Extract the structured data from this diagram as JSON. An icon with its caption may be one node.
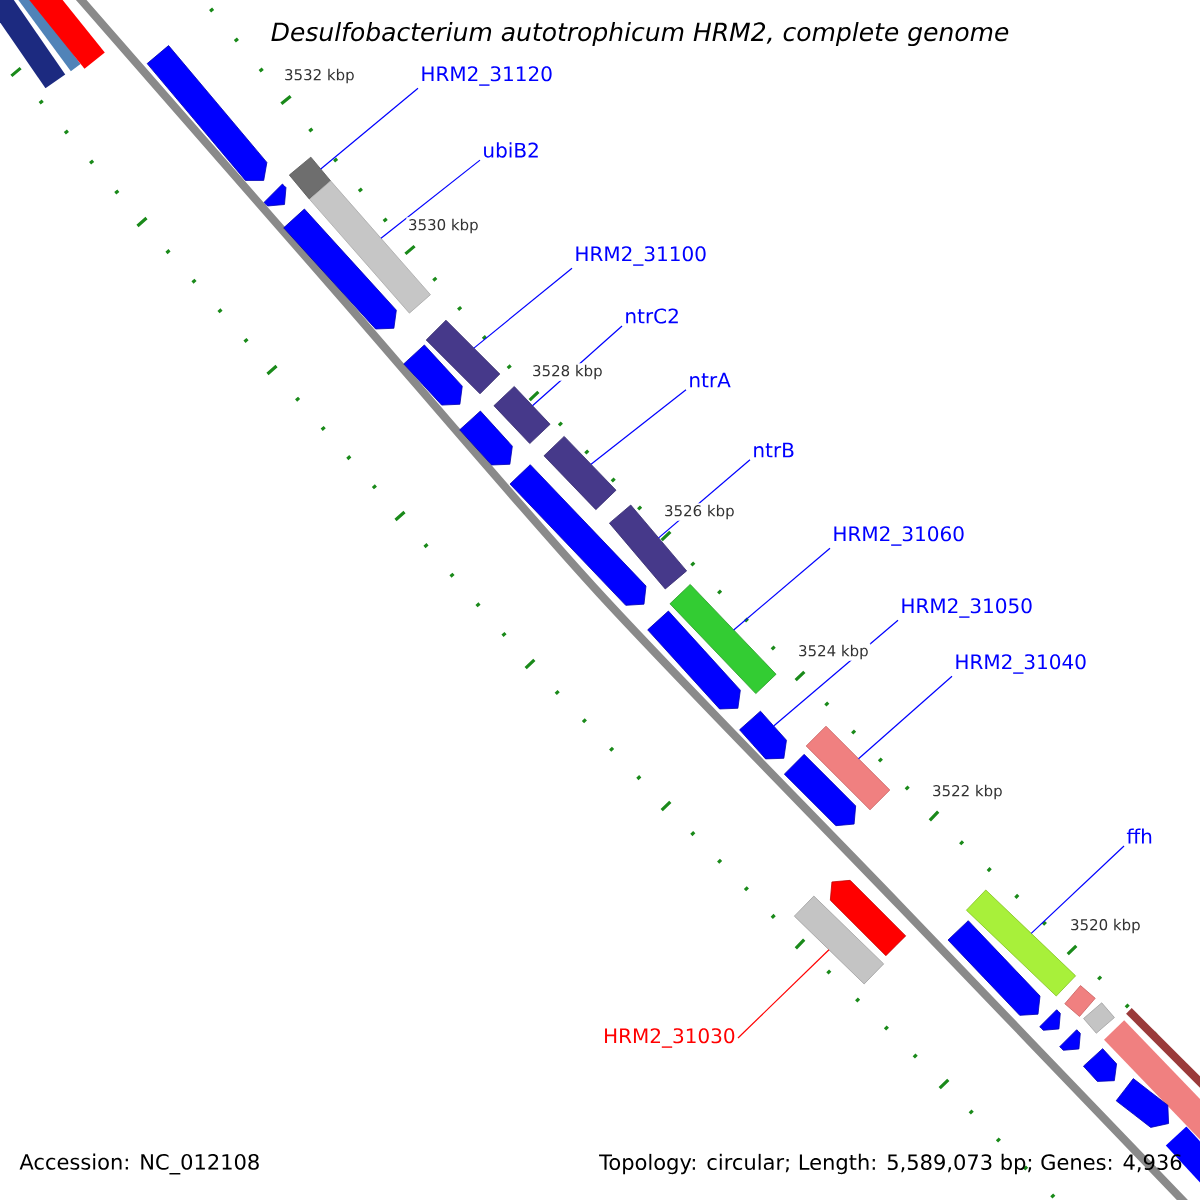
{
  "diagram": {
    "title": "Desulfobacterium autotrophicum HRM2, complete genome",
    "nodes": [
      {
        "text": [
          "HRM2_31120"
        ]
      },
      {
        "text": [
          "ubiB2"
        ]
      },
      {
        "text": [
          "HRM2_31100"
        ]
      },
      {
        "text": [
          "ntrC2"
        ]
      },
      {
        "text": [
          "ntrA"
        ]
      },
      {
        "text": [
          "ntrB"
        ]
      },
      {
        "text": [
          "HRM2_31060"
        ]
      },
      {
        "text": [
          "HRM2_31050"
        ]
      },
      {
        "text": [
          "HRM2_31040"
        ]
      },
      {
        "text": [
          "ffh"
        ]
      },
      {
        "text": [
          "HRM2_31030"
        ]
      },
      {
        "text": [],
        "shape": "arrow"
      },
      {
        "text": [],
        "shape": "bar"
      },
      {
        "text": [],
        "shape": "arrow"
      },
      {
        "text": [],
        "shape": "bar"
      },
      {
        "text": [],
        "shape": "arrow"
      },
      {
        "text": [],
        "shape": "bar"
      },
      {
        "text": [],
        "shape": "arrow"
      },
      {
        "text": [],
        "shape": "bar"
      },
      {
        "text": [],
        "shape": "arrow"
      },
      {
        "text": [],
        "shape": "bar"
      },
      {
        "text": [],
        "shape": "arrow"
      },
      {
        "text": [],
        "shape": "bar"
      },
      {
        "text": [],
        "shape": "bar"
      },
      {
        "text": [],
        "shape": "arrow"
      },
      {
        "text": [],
        "shape": "arrow"
      },
      {
        "text": [],
        "shape": "bar"
      },
      {
        "text": [],
        "shape": "arrow"
      },
      {
        "text": [],
        "shape": "arrow"
      },
      {
        "text": [],
        "shape": "bar"
      },
      {
        "text": [],
        "shape": "bar"
      },
      {
        "text": [],
        "shape": "arrow"
      },
      {
        "text": [],
        "shape": "bar"
      },
      {
        "text": [],
        "shape": "bar"
      },
      {
        "text": [],
        "shape": "arrow"
      },
      {
        "text": [],
        "shape": "arrow"
      },
      {
        "text": [],
        "shape": "arrow"
      },
      {
        "text": [],
        "shape": "arrow"
      }
    ],
    "edges": [
      {
        "from": 0,
        "to": 12,
        "arrow": "none"
      },
      {
        "from": 1,
        "to": 14,
        "arrow": "none"
      },
      {
        "from": 2,
        "to": 16,
        "arrow": "none"
      },
      {
        "from": 3,
        "to": 18,
        "arrow": "none"
      },
      {
        "from": 4,
        "to": 20,
        "arrow": "none"
      },
      {
        "from": 5,
        "to": 22,
        "arrow": "none"
      },
      {
        "from": 6,
        "to": 23,
        "arrow": "none"
      },
      {
        "from": 7,
        "to": 25,
        "arrow": "none"
      },
      {
        "from": 8,
        "to": 26,
        "arrow": "none"
      },
      {
        "from": 9,
        "to": 30,
        "arrow": "none"
      },
      {
        "from": 10,
        "to": 29,
        "arrow": "none",
        "color": "#ff0000"
      }
    ],
    "labels": [
      "3532 kbp",
      "3530 kbp",
      "3528 kbp",
      "3526 kbp",
      "3524 kbp",
      "3522 kbp",
      "3520 kbp",
      "Accession: NC_012108",
      "Topology: circular; Length: 5,589,073 bp; Genes: 4,936"
    ]
  }
}
